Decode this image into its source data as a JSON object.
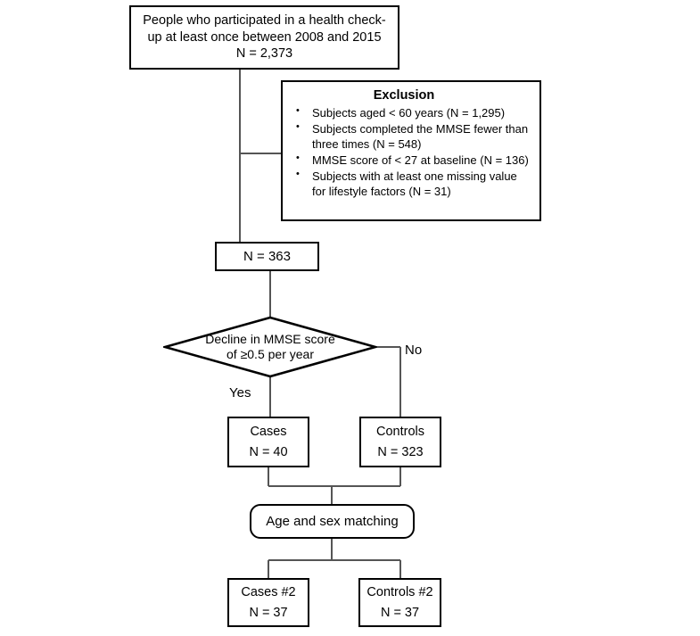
{
  "diagram": {
    "type": "study-participant-flowchart",
    "nodes": {
      "cohort": {
        "line1": "People who participated in a health check-",
        "line2": "up at least once between 2008 and 2015",
        "line3": "N = 2,373"
      },
      "exclusion": {
        "title": "Exclusion",
        "items": [
          "Subjects aged < 60 years (N = 1,295)",
          "Subjects completed the MMSE fewer than",
          "three times (N = 548)",
          "MMSE score of < 27 at baseline (N = 136)",
          "Subjects with at least one missing value",
          "for lifestyle factors (N = 31)"
        ],
        "bullets": [
          {
            "main": "Subjects aged < 60 years (N = 1,295)",
            "cont": ""
          },
          {
            "main": "Subjects completed the MMSE fewer than",
            "cont": "three times (N = 548)"
          },
          {
            "main": "MMSE score of < 27 at baseline (N = 136)",
            "cont": ""
          },
          {
            "main": "Subjects with at least one missing value",
            "cont": "for lifestyle factors (N = 31)"
          }
        ]
      },
      "eligible": {
        "label": "N = 363"
      },
      "decision": {
        "line1": "Decline in MMSE score",
        "line2": "of ≥0.5 per year",
        "yes_label": "Yes",
        "no_label": "No"
      },
      "cases": {
        "title": "Cases",
        "count": "N = 40"
      },
      "controls": {
        "title": "Controls",
        "count": "N = 323"
      },
      "matching": {
        "label": "Age and sex matching"
      },
      "cases2": {
        "title": "Cases #2",
        "count": "N = 37"
      },
      "controls2": {
        "title": "Controls #2",
        "count": "N = 37"
      }
    },
    "colors": {
      "stroke": "#000000",
      "background": "#ffffff",
      "text": "#000000",
      "connector": "#4d4d4d"
    }
  }
}
